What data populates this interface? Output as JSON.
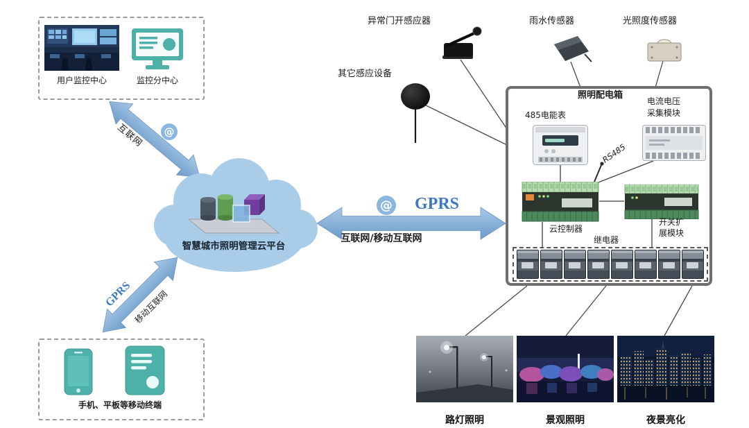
{
  "monitoring": {
    "user_center": "用户监控中心",
    "sub_center": "监控分中心"
  },
  "cloud": {
    "label": "智慧城市照明管理云平台"
  },
  "mobile": {
    "label": "手机、平板等移动终端"
  },
  "links": {
    "at": "@",
    "internet": "互联网",
    "gprs": "GPRS",
    "mobile_internet": "移动互联网",
    "main_gprs": "GPRS",
    "main_label": "互联网/移动互联网"
  },
  "sensors": {
    "door": "异常门开感应器",
    "rain": "雨水传感器",
    "light": "光照度传感器",
    "other": "其它感应设备"
  },
  "cabinet": {
    "title": "照明配电箱",
    "meter": "485电能表",
    "va_line1": "电流电压",
    "va_line2": "采集模块",
    "rs485": "RS485",
    "controller": "云控制器",
    "switch_line1": "开关扩",
    "switch_line2": "展模块",
    "relay": "继电器"
  },
  "outputs": [
    {
      "label": "路灯照明"
    },
    {
      "label": "景观照明"
    },
    {
      "label": "夜景亮化"
    }
  ],
  "colors": {
    "arrow_blue": "#7fa9d6",
    "cloud_blue": "#a9cde9",
    "device_teal": "#4db1aa",
    "link_text_blue": "#3b78c2"
  }
}
